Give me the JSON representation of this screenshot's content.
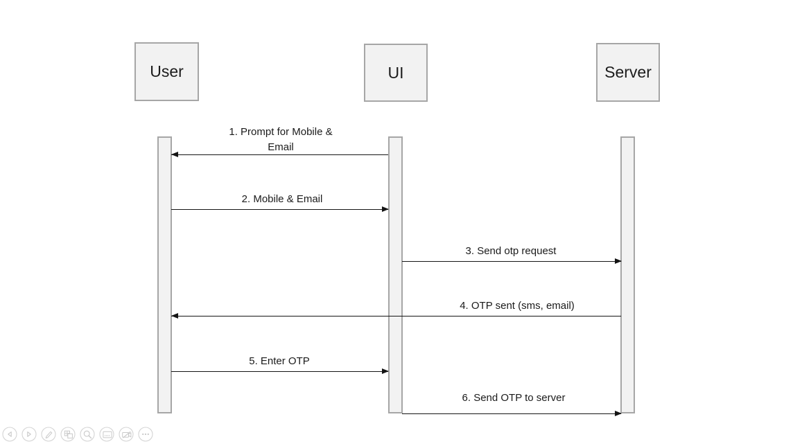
{
  "diagram": {
    "type": "sequence",
    "actors": [
      {
        "label": "User"
      },
      {
        "label": "UI"
      },
      {
        "label": "Server"
      }
    ],
    "messages": [
      {
        "label": "1. Prompt for Mobile & Email",
        "from": "UI",
        "to": "User",
        "direction": "left"
      },
      {
        "label": "2. Mobile & Email",
        "from": "User",
        "to": "UI",
        "direction": "right"
      },
      {
        "label": "3. Send otp request",
        "from": "UI",
        "to": "Server",
        "direction": "right"
      },
      {
        "label": "4. OTP sent (sms, email)",
        "from": "Server",
        "to": "User",
        "direction": "left"
      },
      {
        "label": "5. Enter OTP",
        "from": "User",
        "to": "UI",
        "direction": "right"
      },
      {
        "label": "6. Send OTP to server",
        "from": "UI",
        "to": "Server",
        "direction": "right"
      }
    ]
  },
  "toolbar": {
    "icons": [
      {
        "name": "previous-slide"
      },
      {
        "name": "next-slide"
      },
      {
        "name": "pen"
      },
      {
        "name": "see-all-slides"
      },
      {
        "name": "zoom"
      },
      {
        "name": "subtitles"
      },
      {
        "name": "camera"
      },
      {
        "name": "more-options"
      }
    ]
  },
  "colors": {
    "actor_fill": "#f2f2f2",
    "actor_border": "#a6a6a6",
    "arrow": "#141414",
    "toolbar_icon": "#c9c9c9",
    "background": "#ffffff"
  }
}
